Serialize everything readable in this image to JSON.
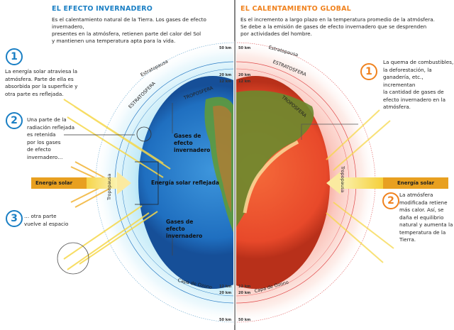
{
  "left_panel": {
    "title": "EL EFECTO INVERNADERO",
    "intro": "Es el calentamiento natural de la Tierra. Los gases de efecto invernadero,\npresentes en la atmósfera, retienen parte del calor del Sol\ny mantienen una temperatura apta para la vida.",
    "steps": [
      {
        "number": "1",
        "text": "La energía solar atraviesa la\natmósfera. Parte de ella es\nabsorbida por la superficie y\notra parte es reflejada."
      },
      {
        "number": "2",
        "text": "Una parte de la\nradiación reflejada\nes retenida\npor los gases\nde efecto\ninvernadero…"
      },
      {
        "number": "3",
        "text": "… otra parte\nvuelve al espacio"
      }
    ],
    "solar_label": "Energía solar",
    "earth_labels": {
      "gases_top": "Gases de\nefecto\ninvernadero",
      "reflected": "Energía solar reflejada",
      "gases_bottom": "Gases de\nefecto\ninvernadero"
    },
    "layers": {
      "estratopausa": "Estratopausa",
      "estratosfera": "ESTRATOSFERA",
      "troposfera": "TROPOSFERA",
      "tropopausa": "Tropopausa",
      "ozono": "Capa de Ozono"
    },
    "colors": {
      "accent": "#1a7fc4",
      "atmosphere": "#bfe6f4",
      "ocean": "#1f6fc0"
    }
  },
  "right_panel": {
    "title": "EL CALENTAMIENTO GLOBAL",
    "intro": "Es el incremento a largo plazo en la temperatura promedio de la atmósfera.\nSe debe a la emisión de gases de efecto invernadero que se desprenden\npor actividades del hombre.",
    "steps": [
      {
        "number": "1",
        "text": "La quema de combustibles,\nla deforestación, la\nganadería, etc., incrementan\nla cantidad de gases de\nefecto invernadero en la\natmósfera."
      },
      {
        "number": "2",
        "text": "La atmósfera\nmodificada retiene\nmás calor. Así, se\ndaña el equilibrio\nnatural y aumenta la\ntemperatura de la\nTierra."
      }
    ],
    "solar_label": "Energía solar",
    "layers": {
      "estratopausa": "Estratopausa",
      "estratosfera": "ESTRATOSFERA",
      "troposfera": "TROPOSFERA",
      "tropopausa": "Tropopausa",
      "ozono": "Capa de Ozono"
    },
    "colors": {
      "accent": "#f0821e",
      "atmosphere": "#f9c9c4",
      "earth": "#e8492a"
    }
  },
  "altitudes": {
    "top_50": "50 km",
    "top_20": "20 km",
    "top_12": "12 km",
    "bot_12": "12 km",
    "bot_20": "20 km",
    "bot_50": "50 km"
  }
}
